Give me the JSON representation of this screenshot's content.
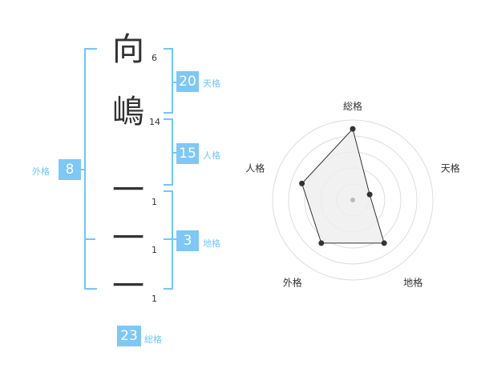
{
  "name": {
    "characters": [
      {
        "char": "向",
        "strokes": "6"
      },
      {
        "char": "嶋",
        "strokes": "14"
      },
      {
        "char": "一",
        "strokes": "1"
      },
      {
        "char": "一",
        "strokes": "1"
      },
      {
        "char": "一",
        "strokes": "1"
      }
    ]
  },
  "scores": {
    "tenkaku": {
      "value": "20",
      "label": "天格"
    },
    "jinkaku": {
      "value": "15",
      "label": "人格"
    },
    "chikaku": {
      "value": "3",
      "label": "地格"
    },
    "gaikaku": {
      "value": "8",
      "label": "外格"
    },
    "soukaku": {
      "value": "23",
      "label": "総格"
    }
  },
  "colors": {
    "accent": "#7dc8f7",
    "bracket": "#6ec6ff",
    "radar_fill": "#eeeeee"
  },
  "chart_data": {
    "type": "radar",
    "axes": [
      "総格",
      "天格",
      "地格",
      "外格",
      "人格"
    ],
    "values": [
      4,
      1,
      3,
      3,
      3
    ],
    "rmax": 4.5,
    "rings": 4
  }
}
